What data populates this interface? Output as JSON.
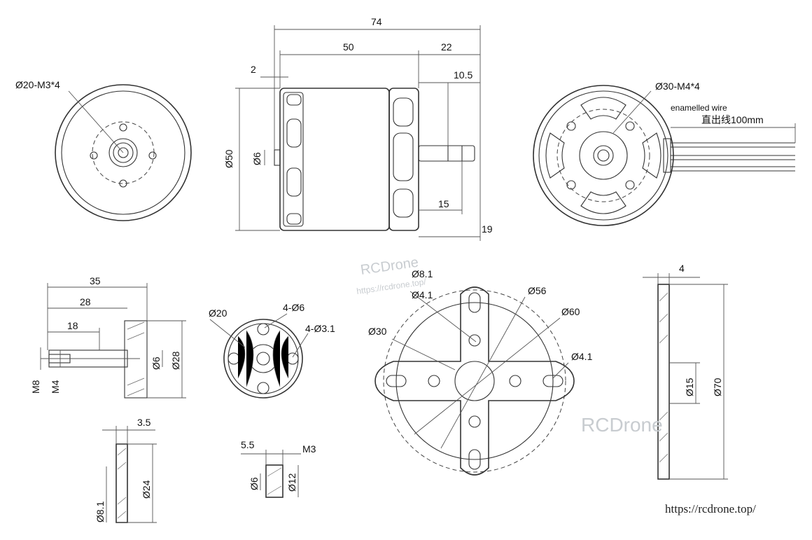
{
  "labels": {
    "d74": "74",
    "d50": "50",
    "d22": "22",
    "d2": "2",
    "d10_5": "10.5",
    "dia50": "Ø50",
    "dia6_side": "Ø6",
    "d15": "15",
    "d19": "19",
    "front_holes": "Ø20-M3*4",
    "rear_holes": "Ø30-M4*4",
    "enamelled": "enamelled wire",
    "wire_len": "直出线100mm",
    "shaft_35": "35",
    "shaft_28": "28",
    "shaft_18": "18",
    "shaft_m8": "M8",
    "shaft_m4": "M4",
    "shaft_dia6": "Ø6",
    "shaft_dia28": "Ø28",
    "prop_dia20": "Ø20",
    "prop_4dia6": "4-Ø6",
    "prop_4dia3_1": "4-Ø3.1",
    "mount_dia8_1": "Ø8.1",
    "mount_dia4_1_top": "Ø4.1",
    "mount_dia56": "Ø56",
    "mount_dia60": "Ø60",
    "mount_dia30": "Ø30",
    "mount_dia4_1_right": "Ø4.1",
    "plate_4": "4",
    "plate_dia15": "Ø15",
    "plate_dia70": "Ø70",
    "washer_3_5": "3.5",
    "washer_dia24": "Ø24",
    "washer_dia8_1": "Ø8.1",
    "nut_5_5": "5.5",
    "nut_m3": "M3",
    "nut_dia6": "Ø6",
    "nut_dia12": "Ø12"
  },
  "watermarks": {
    "brand": "RCDrone",
    "brand_url": "https://rcdrone.top/",
    "corner_url": "https://rcdrone.top/"
  }
}
